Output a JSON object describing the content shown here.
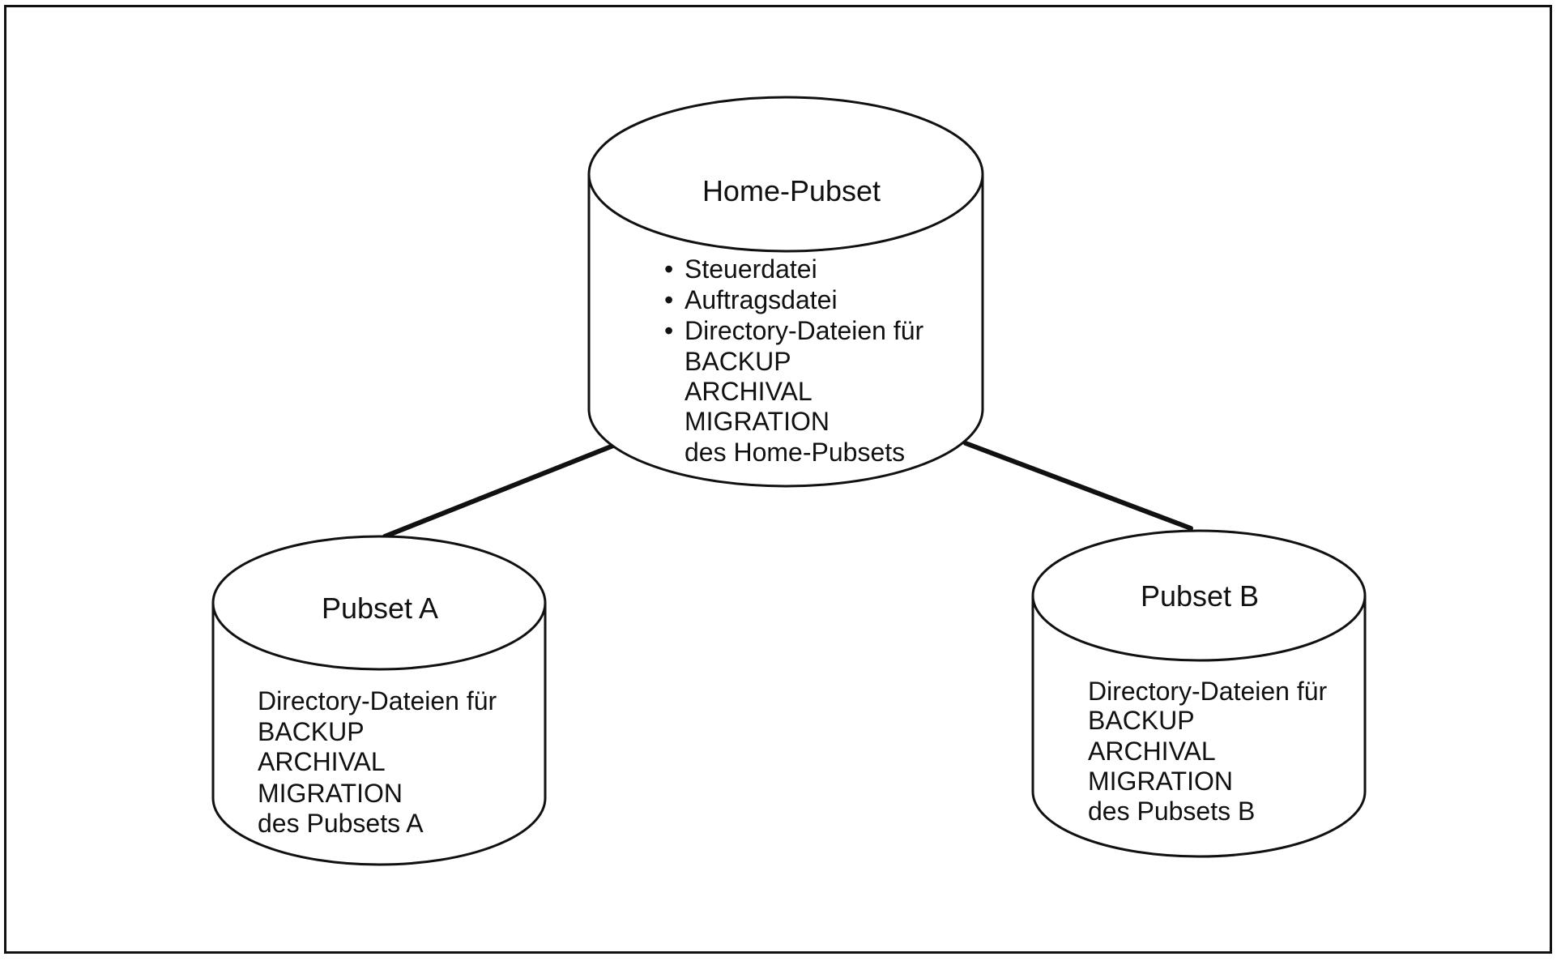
{
  "home_pubset": {
    "title": "Home-Pubset",
    "bullets": [
      "Steuerdatei",
      "Auftragsdatei",
      "Directory-Dateien für"
    ],
    "continuation": [
      "BACKUP",
      "ARCHIVAL",
      "MIGRATION",
      "des Home-Pubsets"
    ]
  },
  "pubset_a": {
    "title": "Pubset A",
    "lines": [
      "Directory-Dateien für",
      "BACKUP",
      "ARCHIVAL",
      "MIGRATION",
      "des Pubsets A"
    ]
  },
  "pubset_b": {
    "title": "Pubset B",
    "lines": [
      "Directory-Dateien für",
      "BACKUP",
      "ARCHIVAL",
      "MIGRATION",
      "des Pubsets B"
    ]
  },
  "bullet_glyph": "•"
}
